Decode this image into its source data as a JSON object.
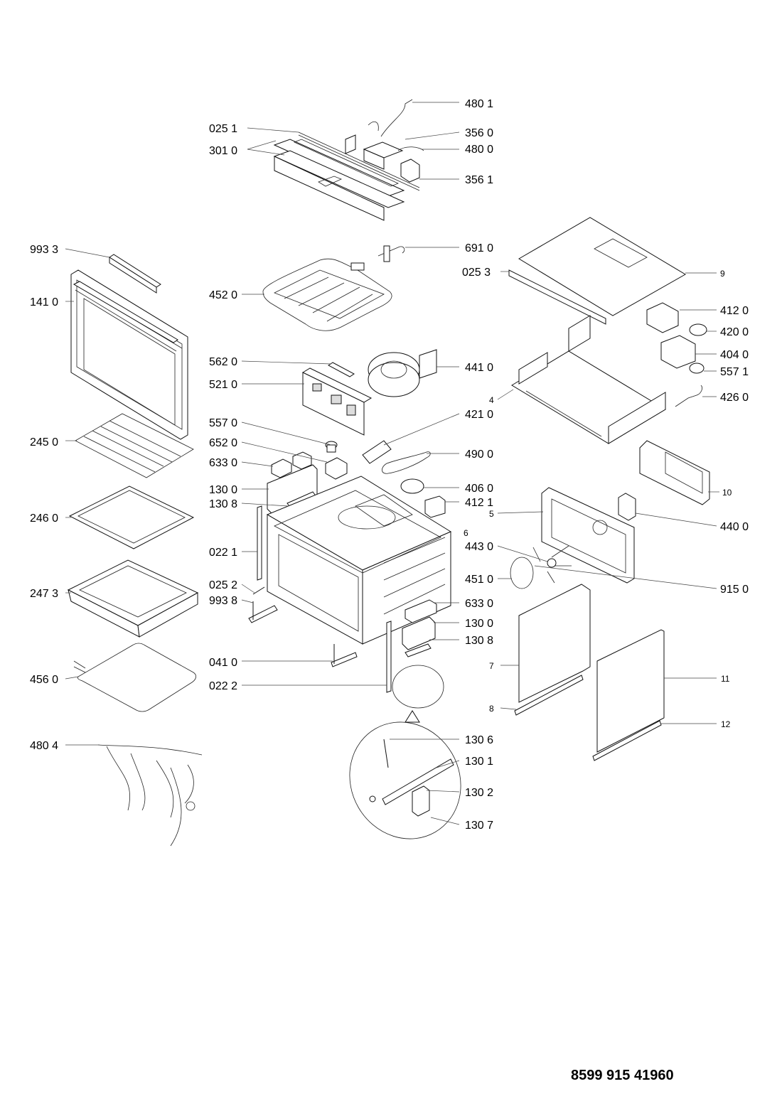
{
  "document_number": "8599 915 41960",
  "part_labels": {
    "p480_1": "480 1",
    "p025_1": "025 1",
    "p356_0": "356 0",
    "p301_0": "301 0",
    "p480_0": "480 0",
    "p356_1": "356 1",
    "p993_3": "993 3",
    "p691_0": "691 0",
    "p025_3": "025 3",
    "p9": "9",
    "p141_0": "141 0",
    "p452_0": "452 0",
    "p412_0": "412 0",
    "p420_0": "420 0",
    "p404_0": "404 0",
    "p562_0": "562 0",
    "p441_0": "441 0",
    "p557_1": "557 1",
    "p521_0": "521 0",
    "p4": "4",
    "p426_0": "426 0",
    "p421_0": "421 0",
    "p557_0": "557 0",
    "p245_0": "245 0",
    "p652_0": "652 0",
    "p490_0": "490 0",
    "p633_0a": "633 0",
    "p130_0a": "130 0",
    "p406_0": "406 0",
    "p130_8a": "130 8",
    "p412_1": "412 1",
    "p10": "10",
    "p246_0": "246 0",
    "p5": "5",
    "p6": "6",
    "p440_0": "440 0",
    "p022_1": "022 1",
    "p443_0": "443 0",
    "p025_2": "025 2",
    "p451_0": "451 0",
    "p915_0": "915 0",
    "p247_3": "247 3",
    "p993_8": "993 8",
    "p633_0b": "633 0",
    "p130_0b": "130 0",
    "p130_8b": "130 8",
    "p041_0": "041 0",
    "p7": "7",
    "p456_0": "456 0",
    "p022_2": "022 2",
    "p11": "11",
    "p8": "8",
    "p12": "12",
    "p480_4": "480 4",
    "p130_6": "130 6",
    "p130_1": "130 1",
    "p130_2": "130 2",
    "p130_7": "130 7"
  }
}
